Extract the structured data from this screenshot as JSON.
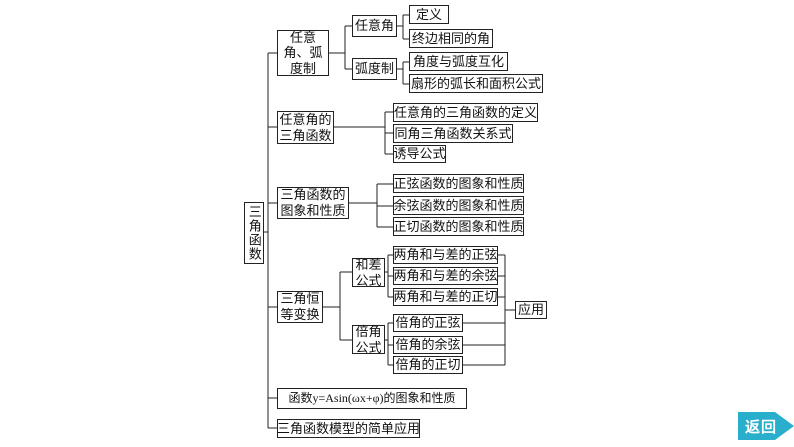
{
  "mindmap": {
    "root": "三角函数",
    "branches": [
      {
        "label": "任意角、弧度制",
        "groups": [
          {
            "label": "任意角",
            "leaves": [
              "定义",
              "终边相同的角"
            ]
          },
          {
            "label": "弧度制",
            "leaves": [
              "角度与弧度互化",
              "扇形的弧长和面积公式"
            ]
          }
        ]
      },
      {
        "label": "任意角的三角函数",
        "leaves": [
          "任意角的三角函数的定义",
          "同角三角函数关系式",
          "诱导公式"
        ]
      },
      {
        "label": "三角函数的图象和性质",
        "leaves": [
          "正弦函数的图象和性质",
          "余弦函数的图象和性质",
          "正切函数的图象和性质"
        ]
      },
      {
        "label": "三角恒等变换",
        "groups": [
          {
            "label": "和差公式",
            "leaves": [
              "两角和与差的正弦",
              "两角和与差的余弦",
              "两角和与差的正切"
            ]
          },
          {
            "label": "倍角公式",
            "leaves": [
              "倍角的正弦",
              "倍角的余弦",
              "倍角的正切"
            ]
          }
        ],
        "application": "应用"
      },
      {
        "label": "函数y=Asin(ωx+φ)的图象和性质"
      },
      {
        "label": "三角函数模型的简单应用"
      }
    ]
  },
  "back_button": {
    "label": "返回",
    "color": "#29AECB"
  }
}
